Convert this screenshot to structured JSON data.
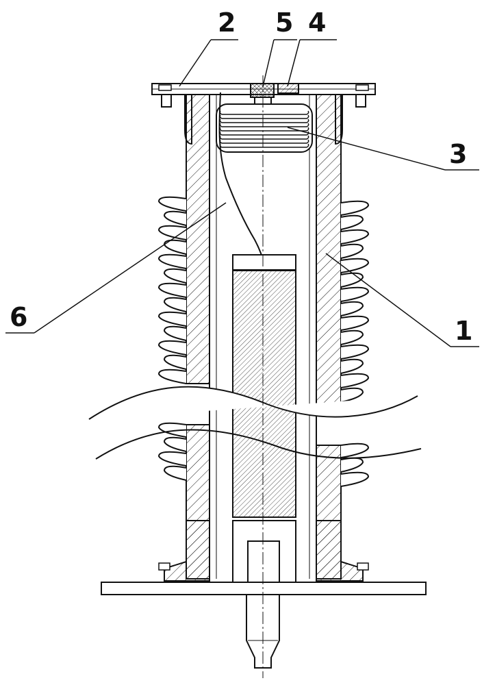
{
  "colors": {
    "stroke": "#111111",
    "background": "#ffffff"
  },
  "labels": {
    "l1": "1",
    "l2": "2",
    "l3": "3",
    "l4": "4",
    "l5": "5",
    "l6": "6"
  }
}
